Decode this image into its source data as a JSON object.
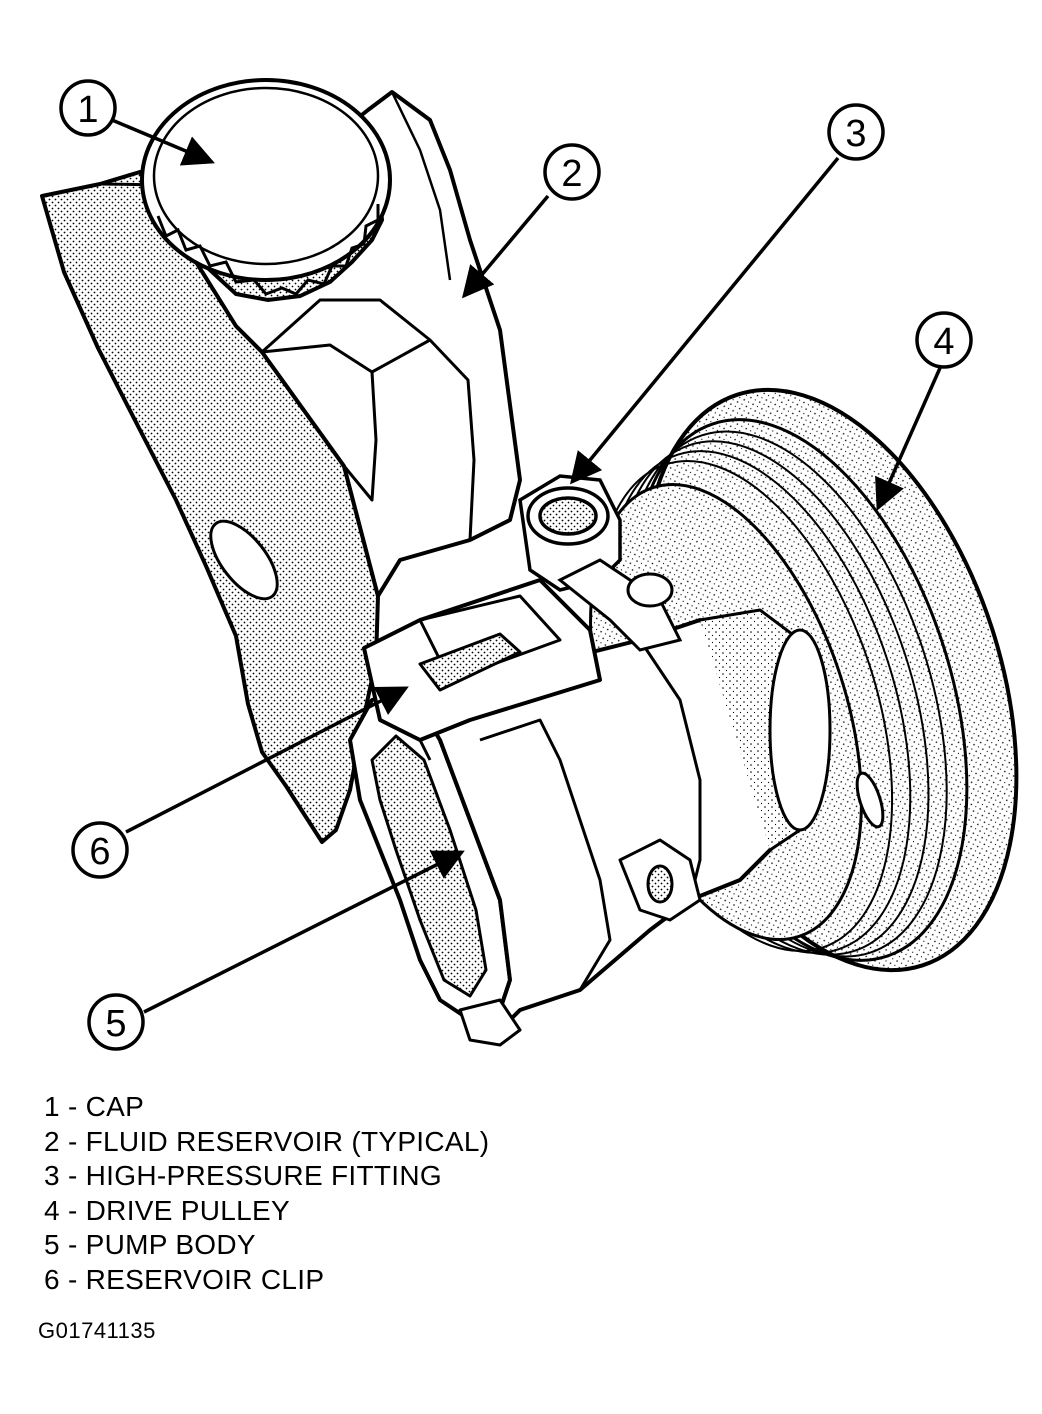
{
  "callouts": [
    {
      "number": "1"
    },
    {
      "number": "2"
    },
    {
      "number": "3"
    },
    {
      "number": "4"
    },
    {
      "number": "5"
    },
    {
      "number": "6"
    }
  ],
  "legend": [
    {
      "text": "1 - CAP"
    },
    {
      "text": "2 - FLUID RESERVOIR (TYPICAL)"
    },
    {
      "text": "3 - HIGH-PRESSURE FITTING"
    },
    {
      "text": "4 - DRIVE PULLEY"
    },
    {
      "text": "5 - PUMP BODY"
    },
    {
      "text": "6 - RESERVOIR CLIP"
    }
  ],
  "figure_id": "G01741135",
  "colors": {
    "ink": "#000000",
    "paper": "#ffffff"
  }
}
